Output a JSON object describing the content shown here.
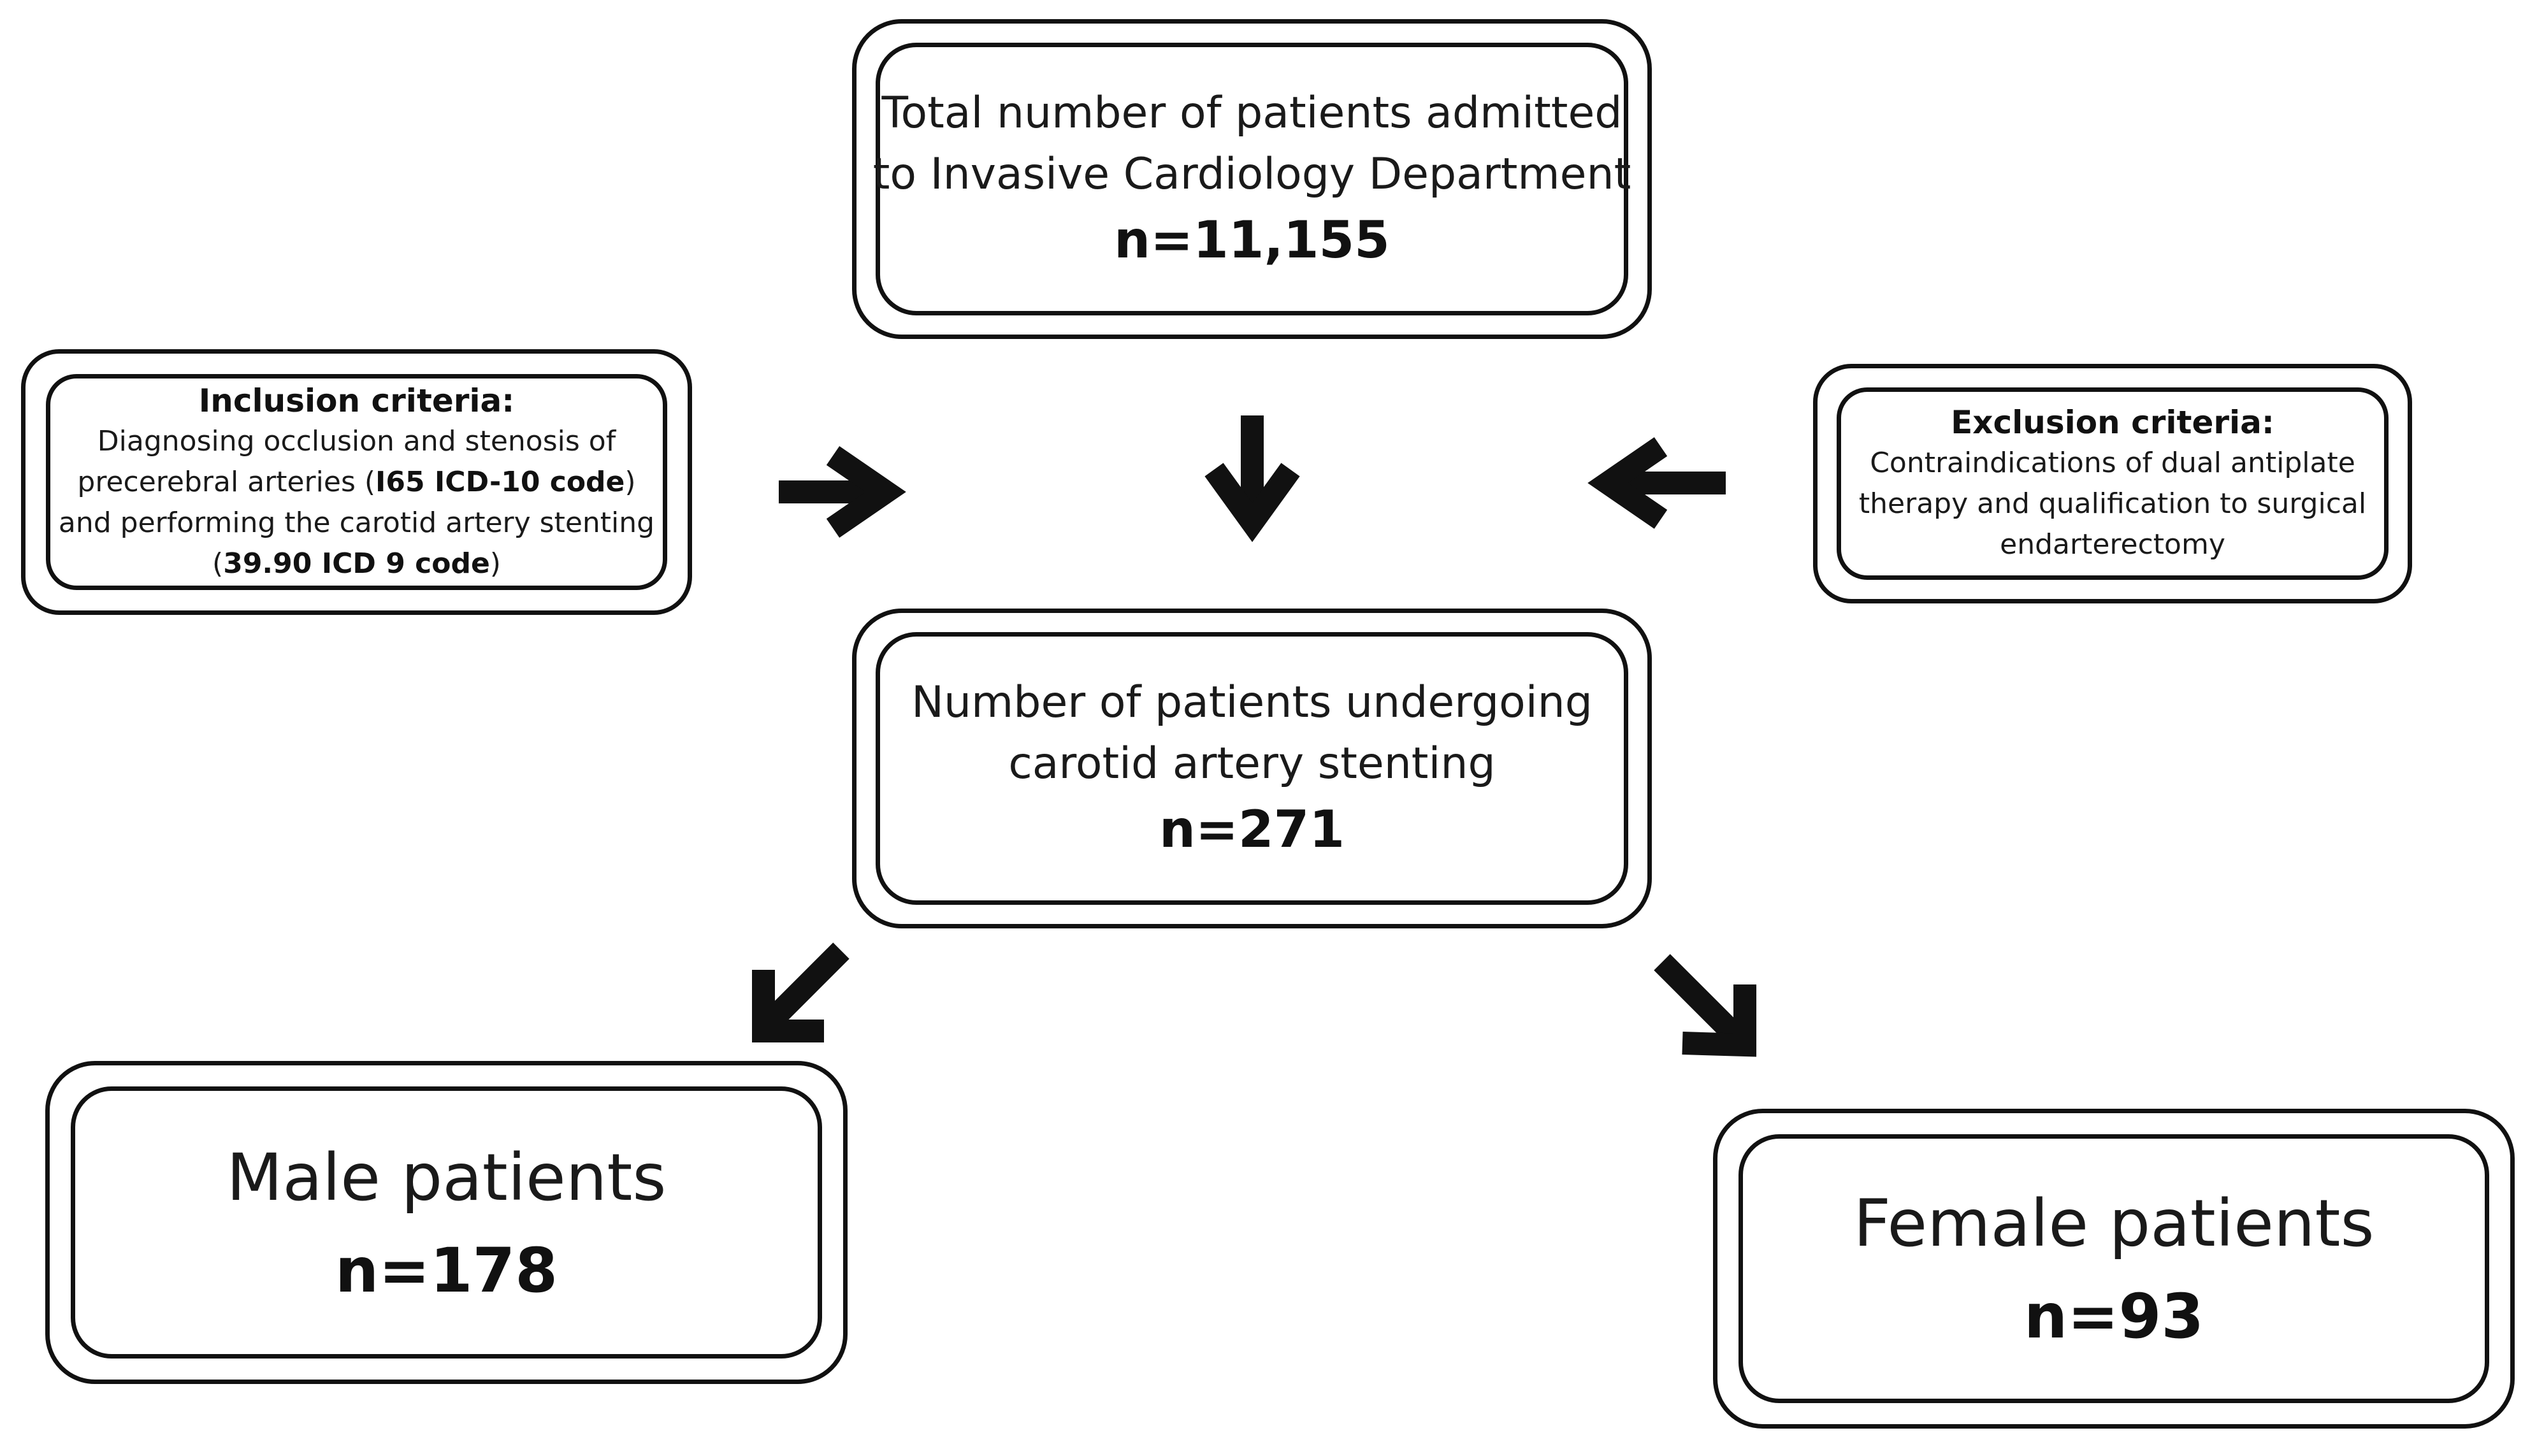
{
  "total": {
    "line1": "Total number of patients admitted",
    "line2": "to Invasive Cardiology Department",
    "count": "n=11,155"
  },
  "inclusion": {
    "heading": "Inclusion criteria:",
    "line1": "Diagnosing occlusion and stenosis of",
    "line2_pre": "precerebral arteries (",
    "line2_code": "I65 ICD-10 code",
    "line2_post": ")",
    "line3": "and performing the carotid artery stenting",
    "line4_pre": "(",
    "line4_code": "39.90 ICD 9 code",
    "line4_post": ")"
  },
  "exclusion": {
    "heading": "Exclusion criteria:",
    "line1": "Contraindications of dual antiplate",
    "line2": "therapy and qualification to surgical",
    "line3": "endarterectomy"
  },
  "stenting": {
    "line1": "Number of patients undergoing",
    "line2": "carotid artery stenting",
    "count": "n=271"
  },
  "male": {
    "label": "Male patients",
    "count": "n=178"
  },
  "female": {
    "label": "Female patients",
    "count": "n=93"
  },
  "arrows": [
    "arrow-right-icon",
    "arrow-down-icon",
    "arrow-left-icon",
    "arrow-down-left-icon",
    "arrow-down-right-icon"
  ]
}
